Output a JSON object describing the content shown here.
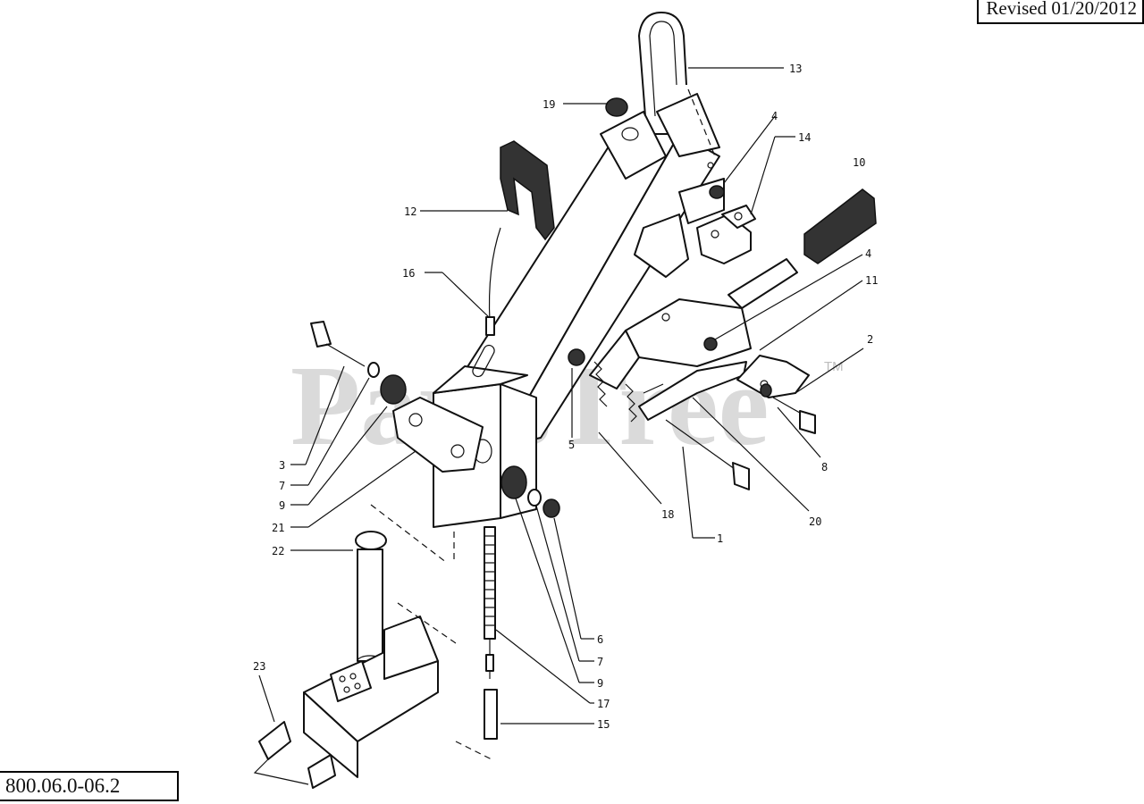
{
  "header": {
    "revised": "Revised 01/20/2012"
  },
  "footer": {
    "diagram_number": "800.06.0-06.2"
  },
  "watermark": {
    "text": "PartsTree",
    "trademark": "TM"
  },
  "callouts": {
    "c1": "1",
    "c2": "2",
    "c3": "3",
    "c4a": "4",
    "c4b": "4",
    "c5": "5",
    "c6": "6",
    "c7a": "7",
    "c7b": "7",
    "c8": "8",
    "c9a": "9",
    "c9b": "9",
    "c10": "10",
    "c11": "11",
    "c12": "12",
    "c13": "13",
    "c14": "14",
    "c15": "15",
    "c16": "16",
    "c17": "17",
    "c18": "18",
    "c19": "19",
    "c20": "20",
    "c21": "21",
    "c22": "22",
    "c23": "23"
  }
}
